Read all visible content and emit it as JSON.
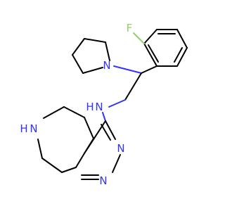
{
  "molecule": {
    "atoms": {
      "fluorine": "F",
      "pyrrolidine_n": "N",
      "amine_nh": "H",
      "amine_n": "N",
      "pyrimidine_n_upper": "N",
      "pyrimidine_n_lower": "N",
      "azepine_n": "N",
      "azepine_h": "H"
    },
    "colors": {
      "bond": "#000000",
      "nitrogen": "#3333ff",
      "fluorine": "#8fd16a",
      "background": "#ffffff"
    }
  }
}
